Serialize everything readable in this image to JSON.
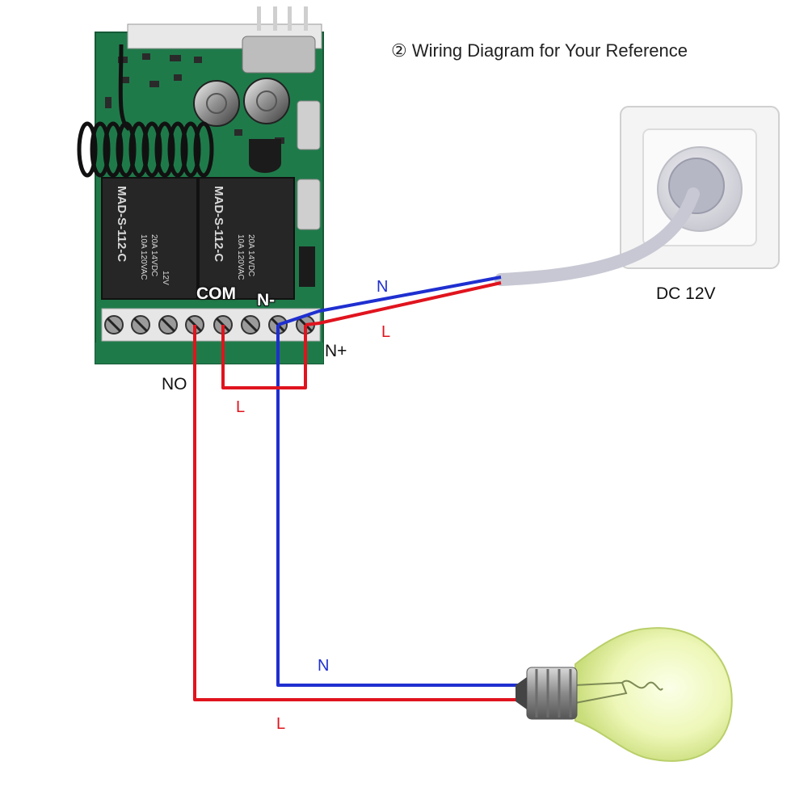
{
  "title": "② Wiring Diagram for Your Reference",
  "power_label": "DC 12V",
  "terminals": {
    "com": "COM",
    "n_minus": "N-",
    "n_plus": "N+",
    "no": "NO"
  },
  "wire_labels": {
    "supply_neutral": "N",
    "supply_live": "L",
    "jumper_live": "L",
    "lamp_neutral": "N",
    "lamp_live": "L"
  },
  "relay_text": [
    "MAD-S-112-C",
    "MAD-S-112-C"
  ],
  "relay_specs": [
    "10A 120VAC",
    "20A 14VDC",
    "12V"
  ],
  "colors": {
    "neutral_wire": "#1f2fd0",
    "live_wire": "#e0141e",
    "pcb": "#1f7a4a"
  }
}
